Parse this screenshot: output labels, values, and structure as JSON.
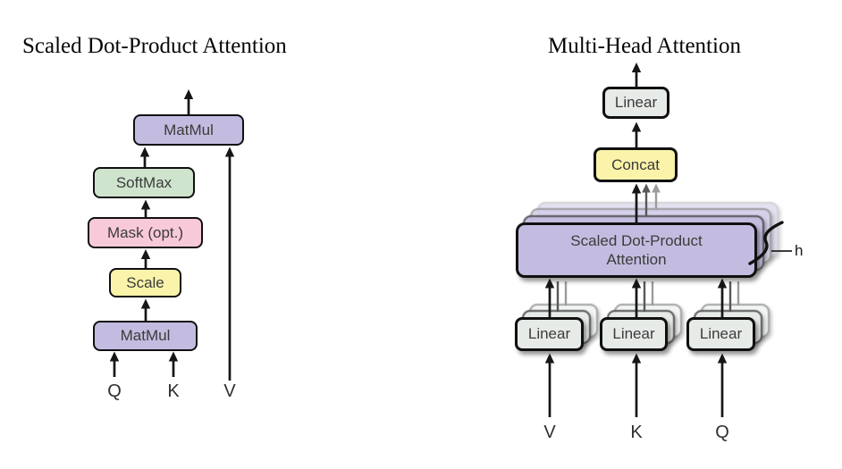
{
  "left": {
    "title": "Scaled Dot-Product Attention",
    "matmul_top": "MatMul",
    "softmax": "SoftMax",
    "mask": "Mask (opt.)",
    "scale": "Scale",
    "matmul_bottom": "MatMul",
    "input_q": "Q",
    "input_k": "K",
    "input_v": "V"
  },
  "right": {
    "title": "Multi-Head Attention",
    "linear_out": "Linear",
    "concat": "Concat",
    "attention": "Scaled Dot-Product Attention",
    "linear_v": "Linear",
    "linear_k": "Linear",
    "linear_q": "Linear",
    "heads_label": "h",
    "input_v": "V",
    "input_k": "K",
    "input_q": "Q"
  },
  "colors": {
    "purple": "#c4bce0",
    "purple_light": "#d3cde9",
    "green": "#cfe4cd",
    "pink": "#f8c9d9",
    "yellow": "#faf3a9",
    "linear_gray": "#e7ebe8",
    "linear_gray_light": "#f0f3f1",
    "outline": "#101010",
    "label_text": "#3b3b3b"
  }
}
